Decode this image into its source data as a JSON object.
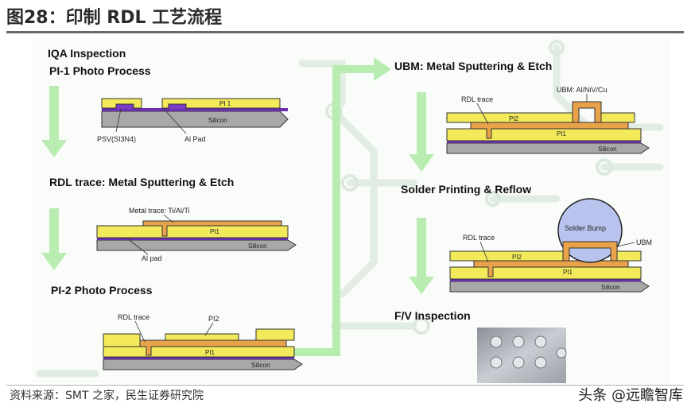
{
  "figure": {
    "title": "图28：印制 RDL 工艺流程",
    "source": "资料来源：SMT 之家，民生证券研究院",
    "watermark": "头条 @远瞻智库"
  },
  "steps": {
    "iqa": "IQA Inspection",
    "pi1": "PI-1 Photo Process",
    "rdl": "RDL trace: Metal Sputtering & Etch",
    "pi2": "PI-2 Photo Process",
    "ubm": "UBM: Metal Sputtering & Etch",
    "solder": "Solder Printing & Reflow",
    "fv": "F/V Inspection"
  },
  "labels": {
    "pi1": "PI 1",
    "pi1b": "PI1",
    "pi2": "PI2",
    "silicon": "Silicon",
    "psv": "PSV(SI3N4)",
    "al_pad": "Al Pad",
    "al_pad_lower": "Al pad",
    "metal_trace": "Metal trace: Ti/Al/Ti",
    "rdl_trace": "RDL trace",
    "ubm_metal": "UBM: Al/NiV/Cu",
    "solder_bump": "Solder Bump",
    "ubm": "UBM"
  },
  "colors": {
    "pi_yellow": "#f2ea5a",
    "trace_orange": "#e8a24a",
    "silicon_gray": "#a8a8a8",
    "pad_purple": "#7a3cc0",
    "arrow_green": "#b8ecb0",
    "bump_blue": "#b8c4ee",
    "circuit_bg": "#e3efe5"
  }
}
